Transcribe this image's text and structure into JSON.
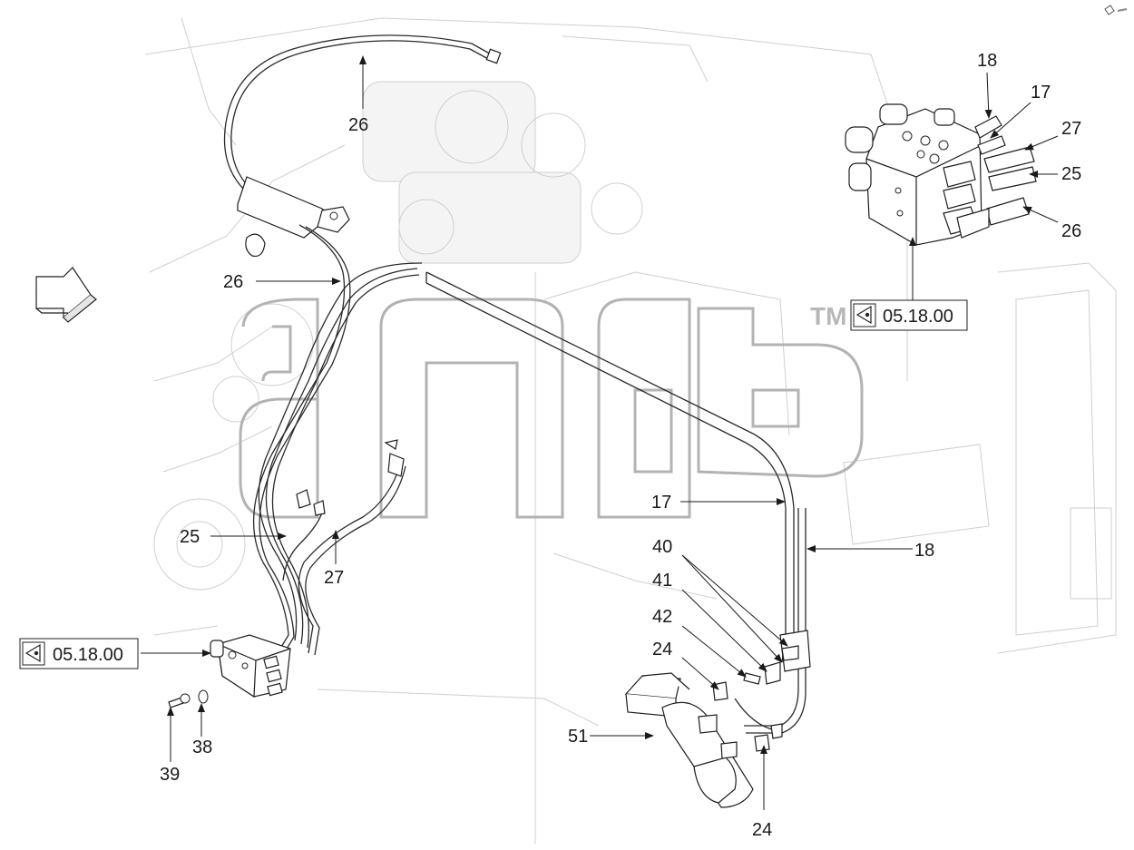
{
  "callouts": {
    "c26_top": "26",
    "c26_left": "26",
    "c25_left": "25",
    "c27_left": "27",
    "c17_mid": "17",
    "c18_mid": "18",
    "c40": "40",
    "c41": "41",
    "c42": "42",
    "c24_top": "24",
    "c51": "51",
    "c24_bottom": "24",
    "c38": "38",
    "c39": "39",
    "inset_18": "18",
    "inset_17": "17",
    "inset_27": "27",
    "inset_25": "25",
    "inset_26": "26"
  },
  "references": {
    "ref_left": "05.18.00",
    "ref_right": "05.18.00"
  },
  "watermark": {
    "text": "anlb",
    "tm": "TM"
  }
}
